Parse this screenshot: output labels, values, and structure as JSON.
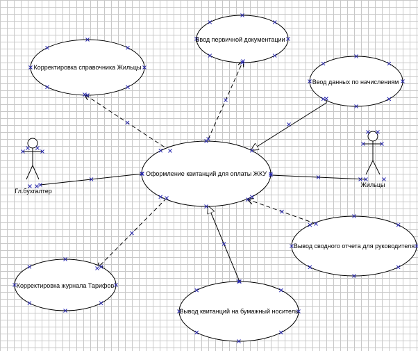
{
  "diagram": {
    "type": "use-case",
    "actors": [
      {
        "id": "accountant",
        "name": "Гл.бухгалтер"
      },
      {
        "id": "residents",
        "name": "Жильцы"
      }
    ],
    "use_cases": [
      {
        "id": "main",
        "label": "Оформление квитанций для оплаты ЖКУ"
      },
      {
        "id": "primary_docs",
        "label": "Ввод первичной документации"
      },
      {
        "id": "edit_residents",
        "label": "Корректировка  справочника Жильцы"
      },
      {
        "id": "accruals",
        "label": "Ввод данных по начислениям"
      },
      {
        "id": "summary_report",
        "label": "Вывод сводного отчета для руководителя"
      },
      {
        "id": "edit_tariffs",
        "label": "Корректировка журнала Тарифов"
      },
      {
        "id": "print_receipts",
        "label": "Вывод квитанций на бумажный носитель"
      }
    ],
    "relations": [
      {
        "from": "accountant",
        "to": "main",
        "kind": "association"
      },
      {
        "from": "residents",
        "to": "main",
        "kind": "association"
      },
      {
        "from": "main",
        "to": "primary_docs",
        "kind": "dependency"
      },
      {
        "from": "main",
        "to": "edit_residents",
        "kind": "dependency"
      },
      {
        "from": "main",
        "to": "edit_tariffs",
        "kind": "dependency"
      },
      {
        "from": "summary_report",
        "to": "main",
        "kind": "dependency"
      },
      {
        "from": "accruals",
        "to": "main",
        "kind": "generalization"
      },
      {
        "from": "print_receipts",
        "to": "main",
        "kind": "generalization"
      }
    ]
  },
  "colors": {
    "line": "#000000",
    "handle": "#2a2ab0",
    "grid": "#c8c8c8",
    "fill": "#ffffff"
  }
}
